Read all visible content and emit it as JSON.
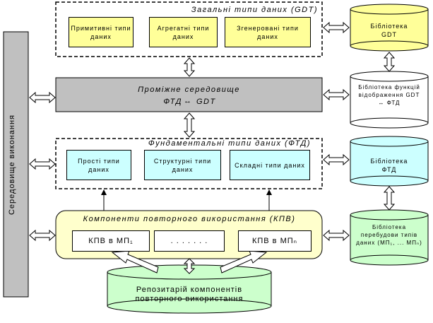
{
  "runtime": {
    "label": "Середовище виконання"
  },
  "gdt": {
    "title": "Загальні типи даних (GDT)",
    "items": [
      "Примитивні типи даних",
      "Агрегатні типи даних",
      "Згенеровані типи даних"
    ]
  },
  "intermediate": {
    "title": "Проміжне середовище",
    "mapping_left": "ФТД",
    "mapping_right": "GDT"
  },
  "ftd": {
    "title": "Фундаментальні типи даних (ФТД)",
    "items": [
      "Прості типи даних",
      "Структурні типи даних",
      "Складні типи даних"
    ]
  },
  "kpv": {
    "title": "Компоненти повторного використання (КПВ)",
    "left_item": "КПВ в МП₁",
    "dots": ". . . . . . .",
    "right_item": "КПВ в МПₙ"
  },
  "repository": {
    "label": "Репозитарій компонентів повторного використання"
  },
  "libraries": [
    {
      "label": "Бібліотека GDT",
      "color": "#ffff99"
    },
    {
      "label": "Бібліотека функцій відображення GDT ↔ ФТД",
      "color": "#ffffff"
    },
    {
      "label": "Бібліотека ФТД",
      "color": "#ccffff"
    },
    {
      "label": "Бібліотека перебудови типів даних (МП₁, ... МПₙ)",
      "color": "#ccffcc"
    }
  ],
  "colors": {
    "gdt_item": "#ffff99",
    "ftd_item": "#ccffff",
    "intermediate": "#c0c0c0",
    "runtime": "#c0c0c0",
    "kpv": "#ffffcc",
    "repository": "#ccffcc"
  }
}
